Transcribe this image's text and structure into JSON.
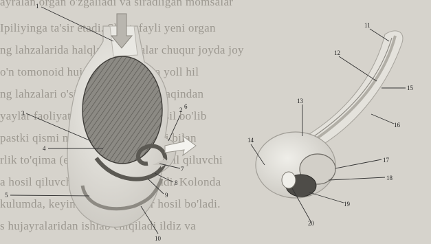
{
  "background_text": [
    "ayralan organ o'zgaliadi va siradligan momsalar",
    "Ipiliyinga ta'sir etadi. Shu tufayli yeni organ",
    "ng lahzalarida halqlar hujayralar chuqur joyda joy",
    "o'n tomonoid hujayralari yosh va yoll hil",
    "ng lahzalari o'simlik ichida ham yaqindan",
    "yaylar faoliyati, ham kambiya, hosil bo'lib",
    "pastki qismi meristema hujayralari bilan",
    "rlik to'qima (eksiga) va keyingi hosil qiluvchi",
    "a hosil qiluvchi kolon) hosil bo'ladi. Kolonda",
    "kulumda, keyin barcha organlar hosil bo'ladi.",
    "s hujayralaridan ishlab chiqiladi ildiz va"
  ],
  "labels": [
    "1",
    "2",
    "3",
    "4",
    "5",
    "6",
    "7",
    "8",
    "9",
    "10",
    "11",
    "12",
    "13",
    "14",
    "15",
    "16",
    "17",
    "18",
    "19",
    "20"
  ]
}
